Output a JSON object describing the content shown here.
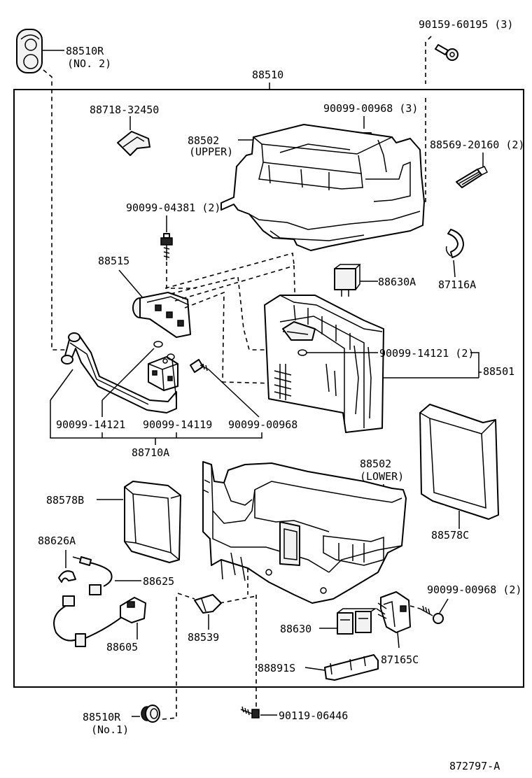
{
  "figure_id": "872797-A",
  "assembly_label": "88510",
  "labels": {
    "seal_no2_part": "88510R",
    "seal_no2_sub": "(NO. 2)",
    "screw_top": "90159-60195 (3)",
    "clip_88718": "88718-32450",
    "screw_00968_3": "90099-00968 (3)",
    "case_upper_part": "88502",
    "case_upper_sub": "(UPPER)",
    "clip_88569": "88569-20160 (2)",
    "bolt_04381": "90099-04381 (2)",
    "valve_88515": "88515",
    "relay_88630A": "88630A",
    "clamp_87116A": "87116A",
    "oring_14121_2": "90099-14121 (2)",
    "evaporator_88501": "88501",
    "oring_14121": "90099-14121",
    "oring_14119": "90099-14119",
    "screw_00968": "90099-00968",
    "tube_88710A": "88710A",
    "case_lower_part": "88502",
    "case_lower_sub": "(LOWER)",
    "packing_88578B": "88578B",
    "packing_88578C": "88578C",
    "clamp_88626A": "88626A",
    "thermistor_88625": "88625",
    "screw_00968_2": "90099-00968 (2)",
    "harness_88605": "88605",
    "plug_88539": "88539",
    "relay_88630": "88630",
    "resistor_87165C": "87165C",
    "cover_88891S": "88891S",
    "seal_no1_part": "88510R",
    "seal_no1_sub": "(No.1)",
    "screw_06446": "90119-06446"
  }
}
